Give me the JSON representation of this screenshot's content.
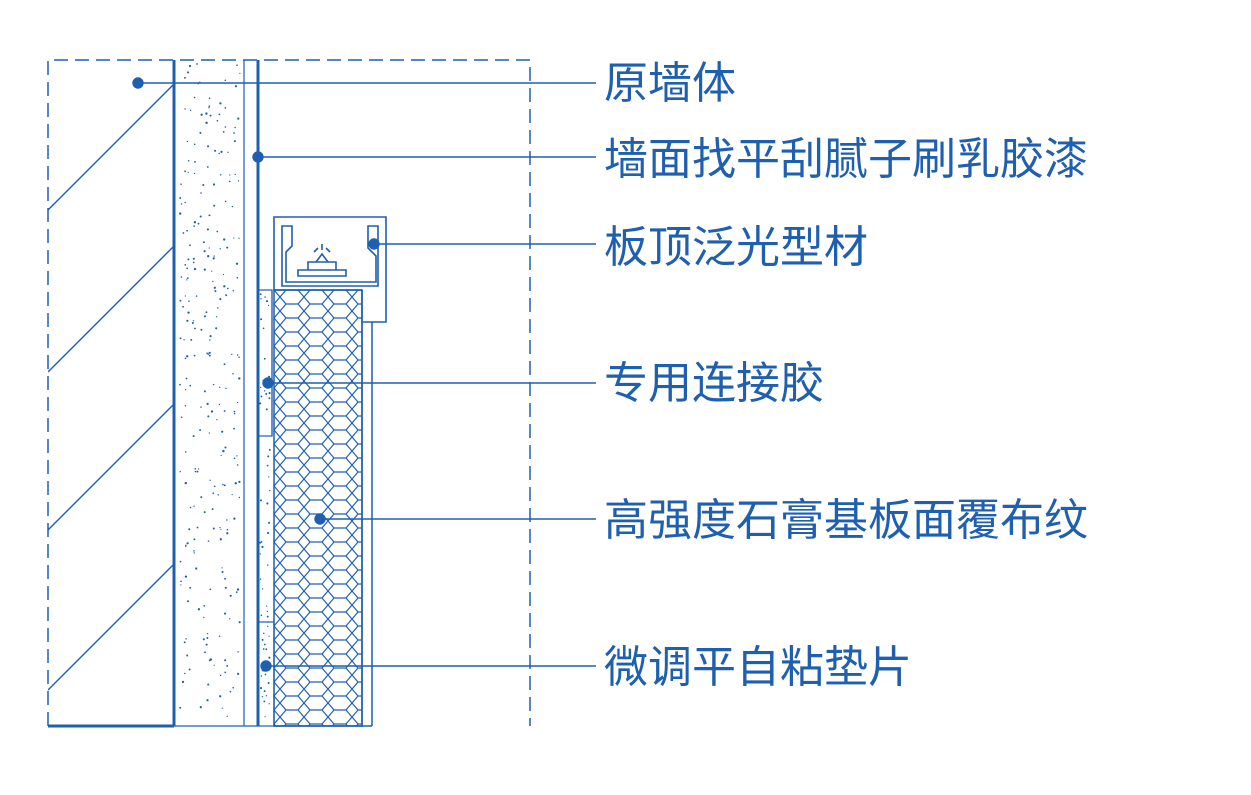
{
  "colors": {
    "line": "#1f5fb0",
    "label": "#1f5fb0",
    "background": "#ffffff"
  },
  "labels": [
    {
      "id": "original-wall",
      "text": "原墙体"
    },
    {
      "id": "wall-finish",
      "text": "墙面找平刮腻子刷乳胶漆"
    },
    {
      "id": "top-profile",
      "text": "板顶泛光型材"
    },
    {
      "id": "adhesive",
      "text": "专用连接胶"
    },
    {
      "id": "gypsum-board",
      "text": "高强度石膏基板面覆布纹"
    },
    {
      "id": "shim",
      "text": "微调平自粘垫片"
    }
  ]
}
